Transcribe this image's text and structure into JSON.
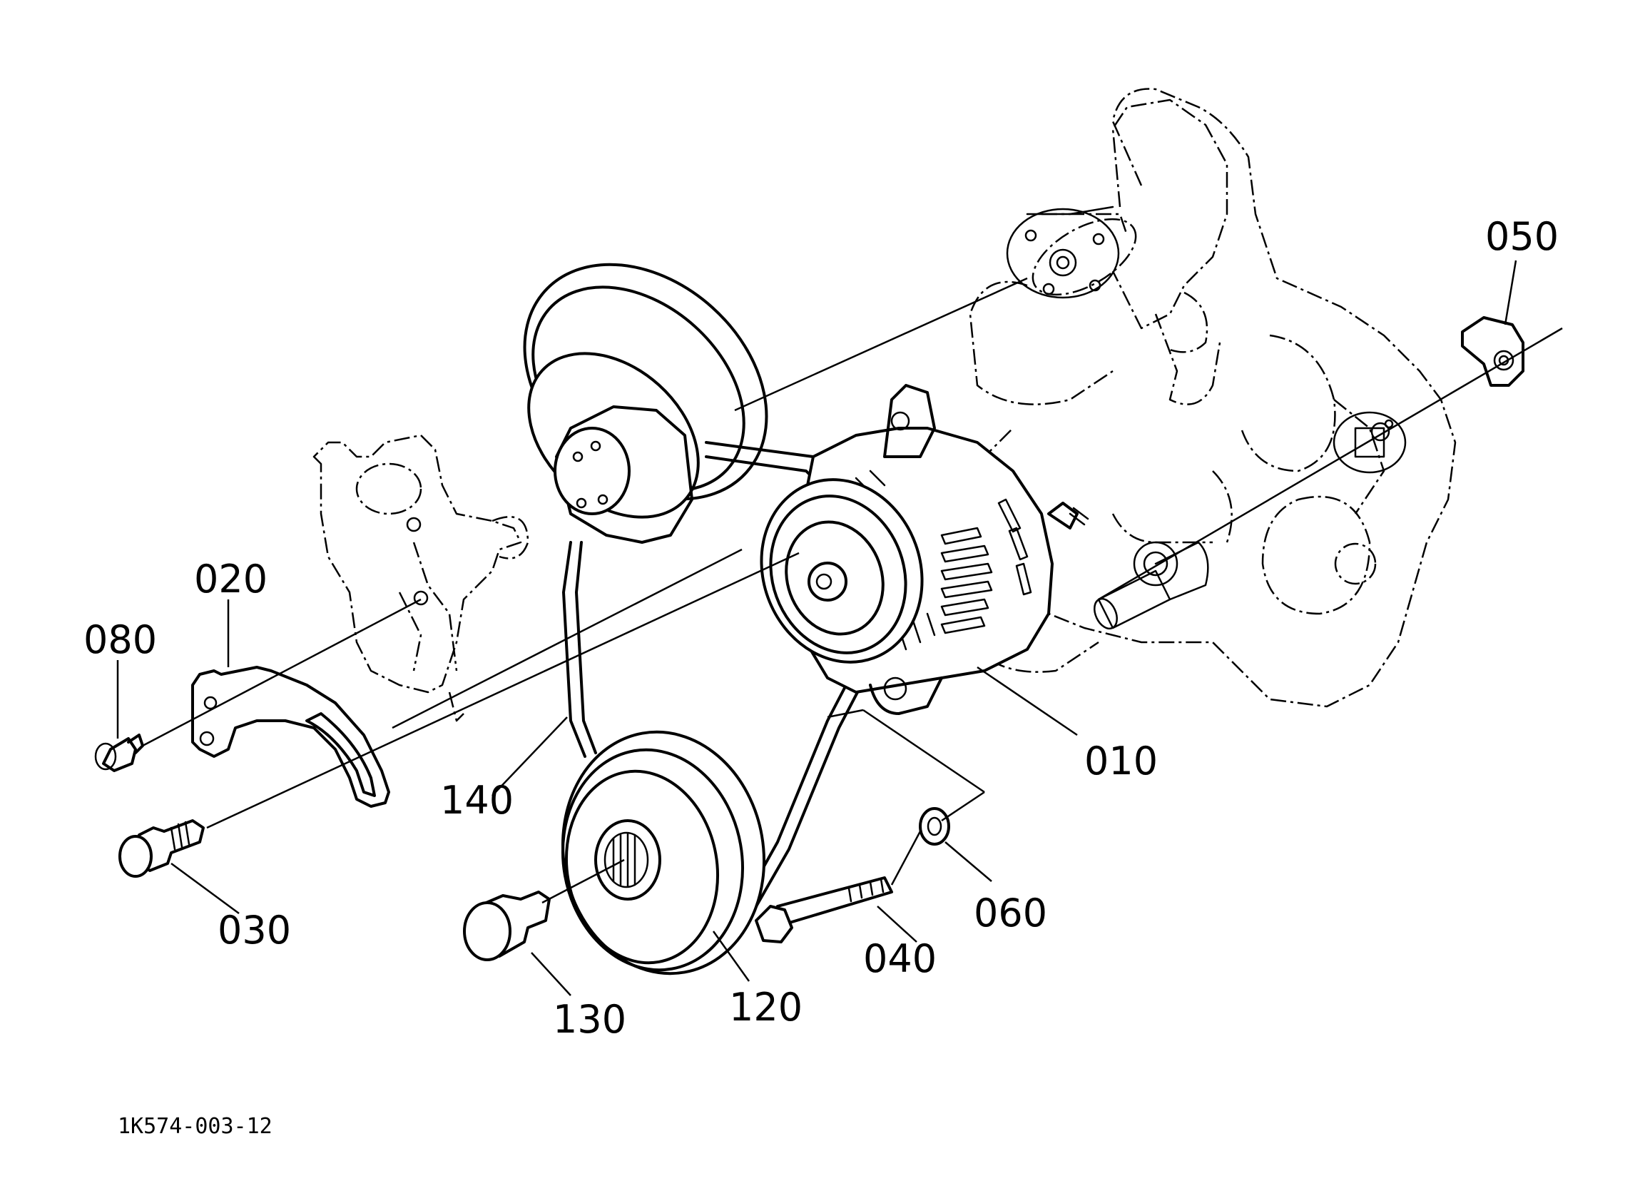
{
  "diagram": {
    "document_code": "1K574-003-12",
    "parts": [
      {
        "id": "010",
        "label": "010",
        "name_icon": "alternator-icon"
      },
      {
        "id": "020",
        "label": "020",
        "name_icon": "alternator-stay-bracket-icon"
      },
      {
        "id": "030",
        "label": "030",
        "name_icon": "flange-bolt-icon"
      },
      {
        "id": "040",
        "label": "040",
        "name_icon": "long-bolt-icon"
      },
      {
        "id": "050",
        "label": "050",
        "name_icon": "nut-plate-icon"
      },
      {
        "id": "060",
        "label": "060",
        "name_icon": "washer-icon"
      },
      {
        "id": "080",
        "label": "080",
        "name_icon": "small-bolt-icon"
      },
      {
        "id": "120",
        "label": "120",
        "name_icon": "crankshaft-pulley-icon"
      },
      {
        "id": "130",
        "label": "130",
        "name_icon": "pulley-bolt-icon"
      },
      {
        "id": "140",
        "label": "140",
        "name_icon": "v-belt-icon"
      }
    ],
    "colors": {
      "line": "#000000",
      "background": "#ffffff"
    }
  }
}
